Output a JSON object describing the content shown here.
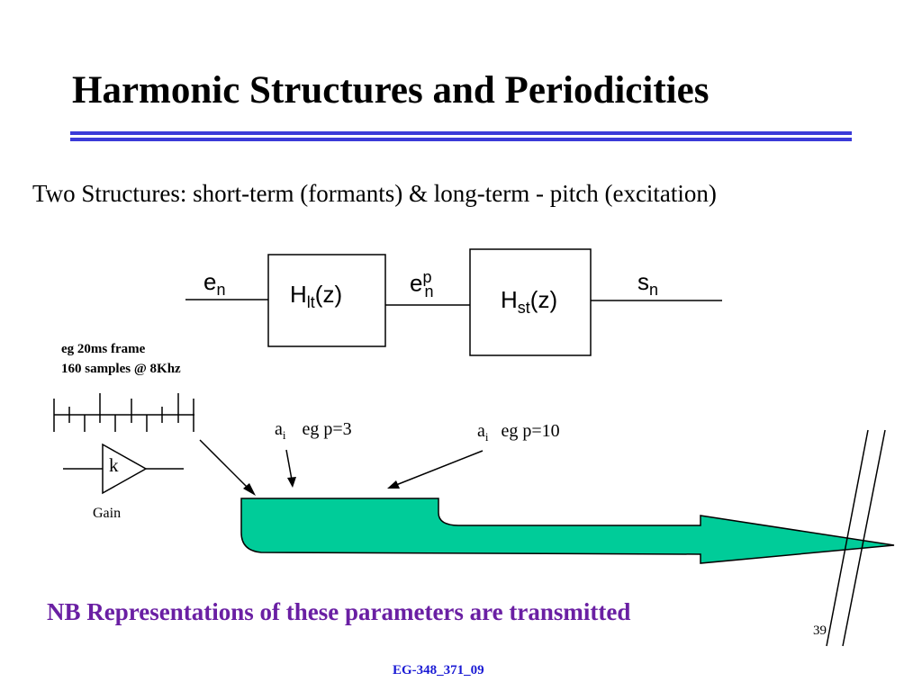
{
  "title": "Harmonic Structures and Periodicities",
  "subtitle": "Two Structures:  short-term (formants) & long-term - pitch (excitation)",
  "diagram": {
    "input_signal": {
      "base": "e",
      "sub": "n"
    },
    "long_term_filter": {
      "base": "H",
      "sub": "lt",
      "arg": "(z)"
    },
    "intermediate_signal": {
      "base": "e",
      "sup": "p",
      "sub": "n"
    },
    "short_term_filter": {
      "base": "H",
      "sub": "st",
      "arg": "(z)"
    },
    "output_signal": {
      "base": "s",
      "sub": "n"
    }
  },
  "frame_note": {
    "line1": "eg 20ms frame",
    "line2": "160 samples @ 8Khz"
  },
  "gain": {
    "symbol": "k",
    "label": "Gain"
  },
  "params": {
    "short_order": {
      "base": "a",
      "sub": "i",
      "text": "eg p=3"
    },
    "long_order": {
      "base": "a",
      "sub": "i",
      "text": "eg  p=10"
    }
  },
  "note": "NB Representations of these parameters are transmitted",
  "page_number": "39",
  "footer": "EG-348_371_09",
  "colors": {
    "rule": "#3b3bd8",
    "arrow_fill": "#00cc99",
    "note": "#6a1fa3",
    "footer": "#1a1ad4"
  }
}
